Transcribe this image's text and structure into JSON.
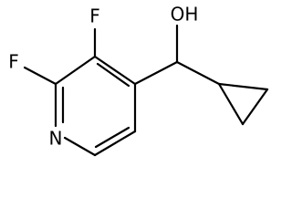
{
  "molecule": {
    "atoms": {
      "hydroxyl": "OH",
      "fluorine_top": "F",
      "fluorine_left": "F",
      "ring_nitrogen": "N"
    }
  },
  "colors": {
    "bond": "#000000",
    "text": "#000000",
    "background": "#ffffff"
  }
}
